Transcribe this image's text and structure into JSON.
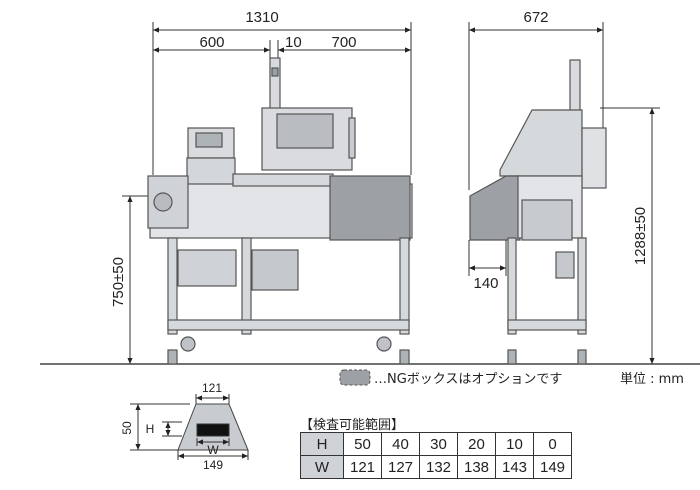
{
  "dims": {
    "total_width": "1310",
    "left_width": "600",
    "gap": "10",
    "right_width": "700",
    "side_width": "672",
    "front_height": "750±50",
    "side_height": "1288±50",
    "ng_depth": "140"
  },
  "legend": {
    "ng_text": "…NGボックスはオプションです",
    "unit": "単位 : mm"
  },
  "aperture": {
    "top_width": "121",
    "height": "50",
    "h_label": "H",
    "w_label": "W",
    "bottom_width": "149"
  },
  "range_table": {
    "title": "【検査可能範囲】",
    "row_h_label": "H",
    "row_w_label": "W",
    "h_values": [
      "50",
      "40",
      "30",
      "20",
      "10",
      "0"
    ],
    "w_values": [
      "121",
      "127",
      "132",
      "138",
      "143",
      "149"
    ]
  }
}
